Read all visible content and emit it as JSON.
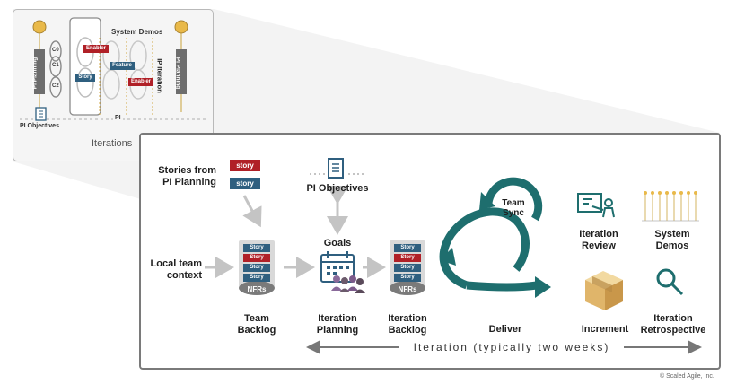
{
  "overview": {
    "system_demos": "System Demos",
    "pi_planning": "PI Planning",
    "ip_iteration": "IP Iteration",
    "iterations": "Iterations",
    "pi": "PI",
    "pi_objectives": "PI Objectives",
    "chip_enabler": "Enabler",
    "chip_feature": "Feature",
    "chip_story": "Story",
    "cycle_labels": [
      "C0",
      "C1",
      "C2"
    ]
  },
  "main": {
    "stories_from_pi_planning": [
      "Stories from",
      "PI Planning"
    ],
    "story_chip": "Story",
    "story_chip_lower": "story",
    "pi_objectives": "PI Objectives",
    "goals": "Goals",
    "local_team_context": [
      "Local team",
      "context"
    ],
    "team_backlog": [
      "Team",
      "Backlog"
    ],
    "nfrs": "NFRs",
    "iteration_planning": [
      "Iteration",
      "Planning"
    ],
    "iteration_backlog": [
      "Iteration",
      "Backlog"
    ],
    "team_sync": [
      "Team",
      "Sync"
    ],
    "deliver": "Deliver",
    "iteration_review": [
      "Iteration",
      "Review"
    ],
    "system_demos": [
      "System",
      "Demos"
    ],
    "increment": "Increment",
    "iteration_retrospective": [
      "Iteration",
      "Retrospective"
    ],
    "iteration_span": "Iteration (typically two weeks)"
  },
  "footer": {
    "copyright": "© Scaled Agile, Inc."
  },
  "colors": {
    "teal": "#1e6e6e",
    "story_red": "#b02027",
    "story_blue": "#2f5f7f",
    "gray_arrow": "#c4c4c4"
  }
}
